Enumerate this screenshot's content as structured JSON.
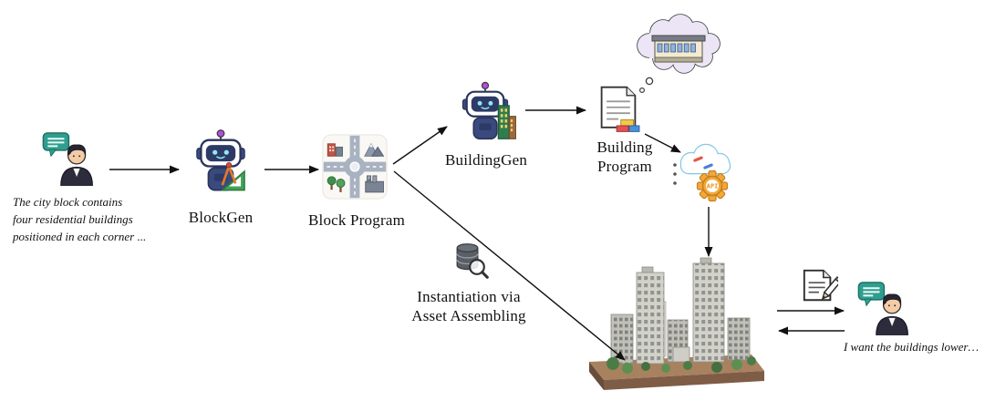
{
  "nodes": {
    "user_prompt": "The city block contains\nfour residential buildings\npositioned in each corner ...",
    "blockgen_label": "BlockGen",
    "block_program_label": "Block Program",
    "buildinggen_label": "BuildingGen",
    "building_program_label": "Building\nProgram",
    "instantiation_label": "Instantiation via\nAsset Assembling",
    "api_text": "API",
    "feedback_text": "I want the buildings lower…"
  },
  "icons": {
    "user": "person-with-speech-bubble-icon",
    "blockgen": "robot-with-drafting-tools-icon",
    "block_program": "city-block-map-tile-icon",
    "buildinggen": "robot-with-buildings-icon",
    "building_program": "program-document-with-blocks-icon",
    "thought_bubble": "thought-bubble-with-building-icon",
    "api": "cloud-api-gear-icon",
    "instantiation": "database-magnifier-icon",
    "city_model": "city-3d-model-image",
    "revision": "document-pencil-icon",
    "reviewer": "person-with-speech-bubble-icon"
  },
  "colors": {
    "arrow": "#111111",
    "speech_bubble": "#2f9e8f",
    "robot_body": "#3b4a7e",
    "antenna": "#b44de0",
    "gear": "#f2a83b",
    "cloud_outline": "#85c6e8",
    "accent_red": "#e3564a",
    "accent_blue": "#4a7fd9",
    "accent_yellow": "#f2c94c",
    "model_base_brown": "#a8815f"
  }
}
